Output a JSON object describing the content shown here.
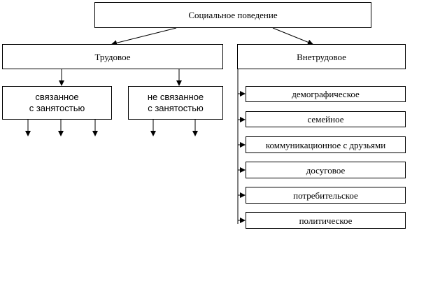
{
  "root": {
    "label": "Социальное поведение"
  },
  "labor": {
    "label": "Трудовое",
    "children": [
      {
        "line1": "связанное",
        "line2": "с занятостью"
      },
      {
        "line1": "не связанное",
        "line2": "с занятостью"
      }
    ]
  },
  "nonlabor": {
    "label": "Внетрудовое",
    "items": [
      "демографическое",
      "семейное",
      "коммуникационное с друзьями",
      "досуговое",
      "потребительское",
      "политическое"
    ]
  }
}
